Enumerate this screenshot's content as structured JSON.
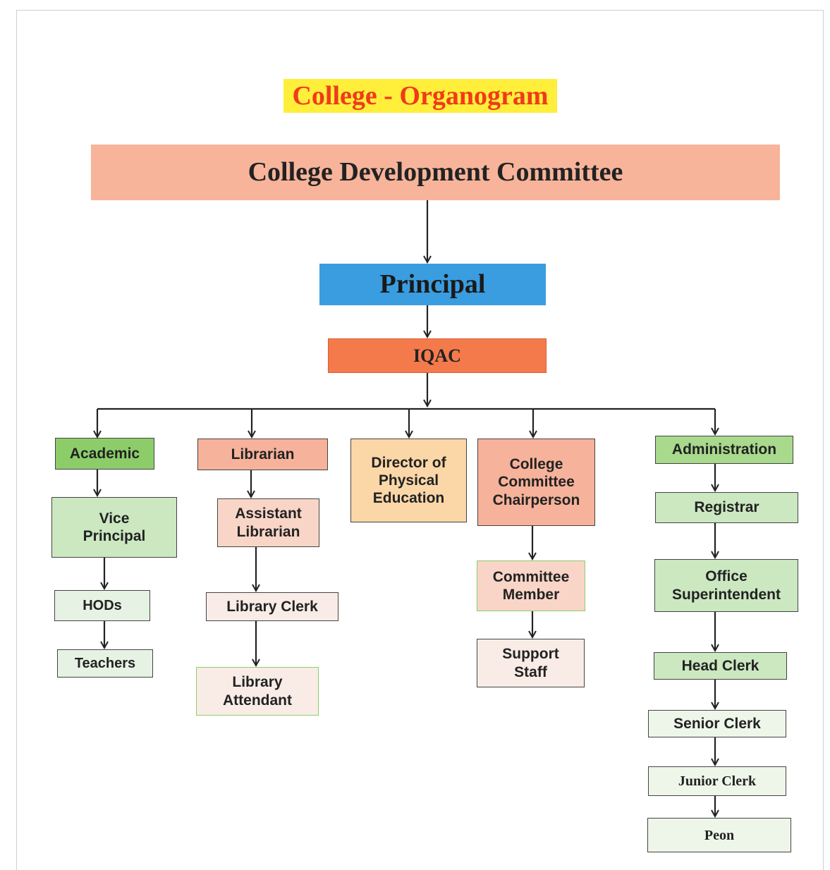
{
  "title": "College - Organogram",
  "colors": {
    "title_bg": "#ffee3a",
    "title_text": "#f03a1a",
    "committee": "#f7b49a",
    "principal": "#3a9de0",
    "iqac": "#f47a4c",
    "green": "#8ccd6a",
    "light_green": "#cbe8c0",
    "salmon": "#f6b29a",
    "peach": "#fbd7a8",
    "pale": "#f9e3dc"
  },
  "nodes": {
    "committee": "College Development Committee",
    "principal": "Principal",
    "iqac": "IQAC",
    "academic": "Academic",
    "vice_principal": "Vice Principal",
    "hods": "HODs",
    "teachers": "Teachers",
    "librarian": "Librarian",
    "assistant_librarian": "Assistant Librarian",
    "library_clerk": "Library Clerk",
    "library_attendant": "Library Attendant",
    "director_pe": "Director of Physical Education",
    "chairperson": "College Committee Chairperson",
    "committee_member": "Committee Member",
    "support_staff": "Support Staff",
    "administration": "Administration",
    "registrar": "Registrar",
    "office_superintendent": "Office Superintendent",
    "head_clerk": "Head Clerk",
    "senior_clerk": "Senior Clerk",
    "junior_clerk": "Junior Clerk",
    "peon": "Peon"
  }
}
